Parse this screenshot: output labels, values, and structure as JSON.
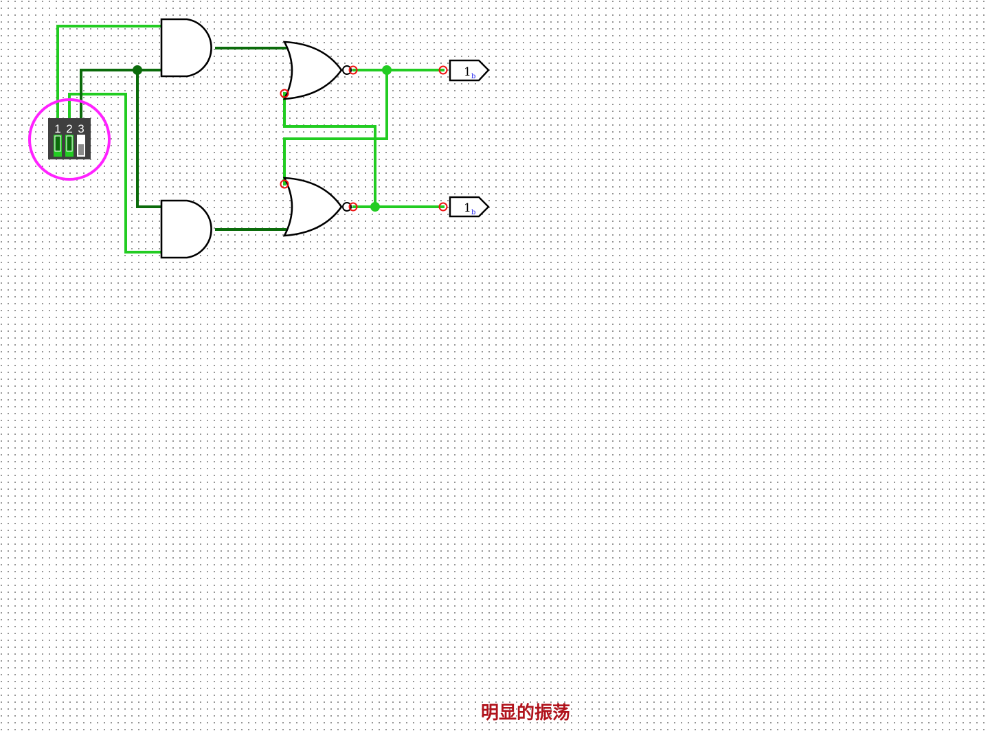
{
  "dip_switch": {
    "labels": [
      "1",
      "2",
      "3"
    ],
    "states": [
      true,
      true,
      false
    ]
  },
  "probes": [
    {
      "value": "1",
      "base": "b"
    },
    {
      "value": "1",
      "base": "b"
    }
  ],
  "caption": "明显的振荡",
  "colors": {
    "wire_high": "#22cc22",
    "wire_low": "#0b6b0b",
    "highlight_circle": "#ff22ff",
    "pin_marker": "#ee1111",
    "caption": "#b0121b"
  }
}
